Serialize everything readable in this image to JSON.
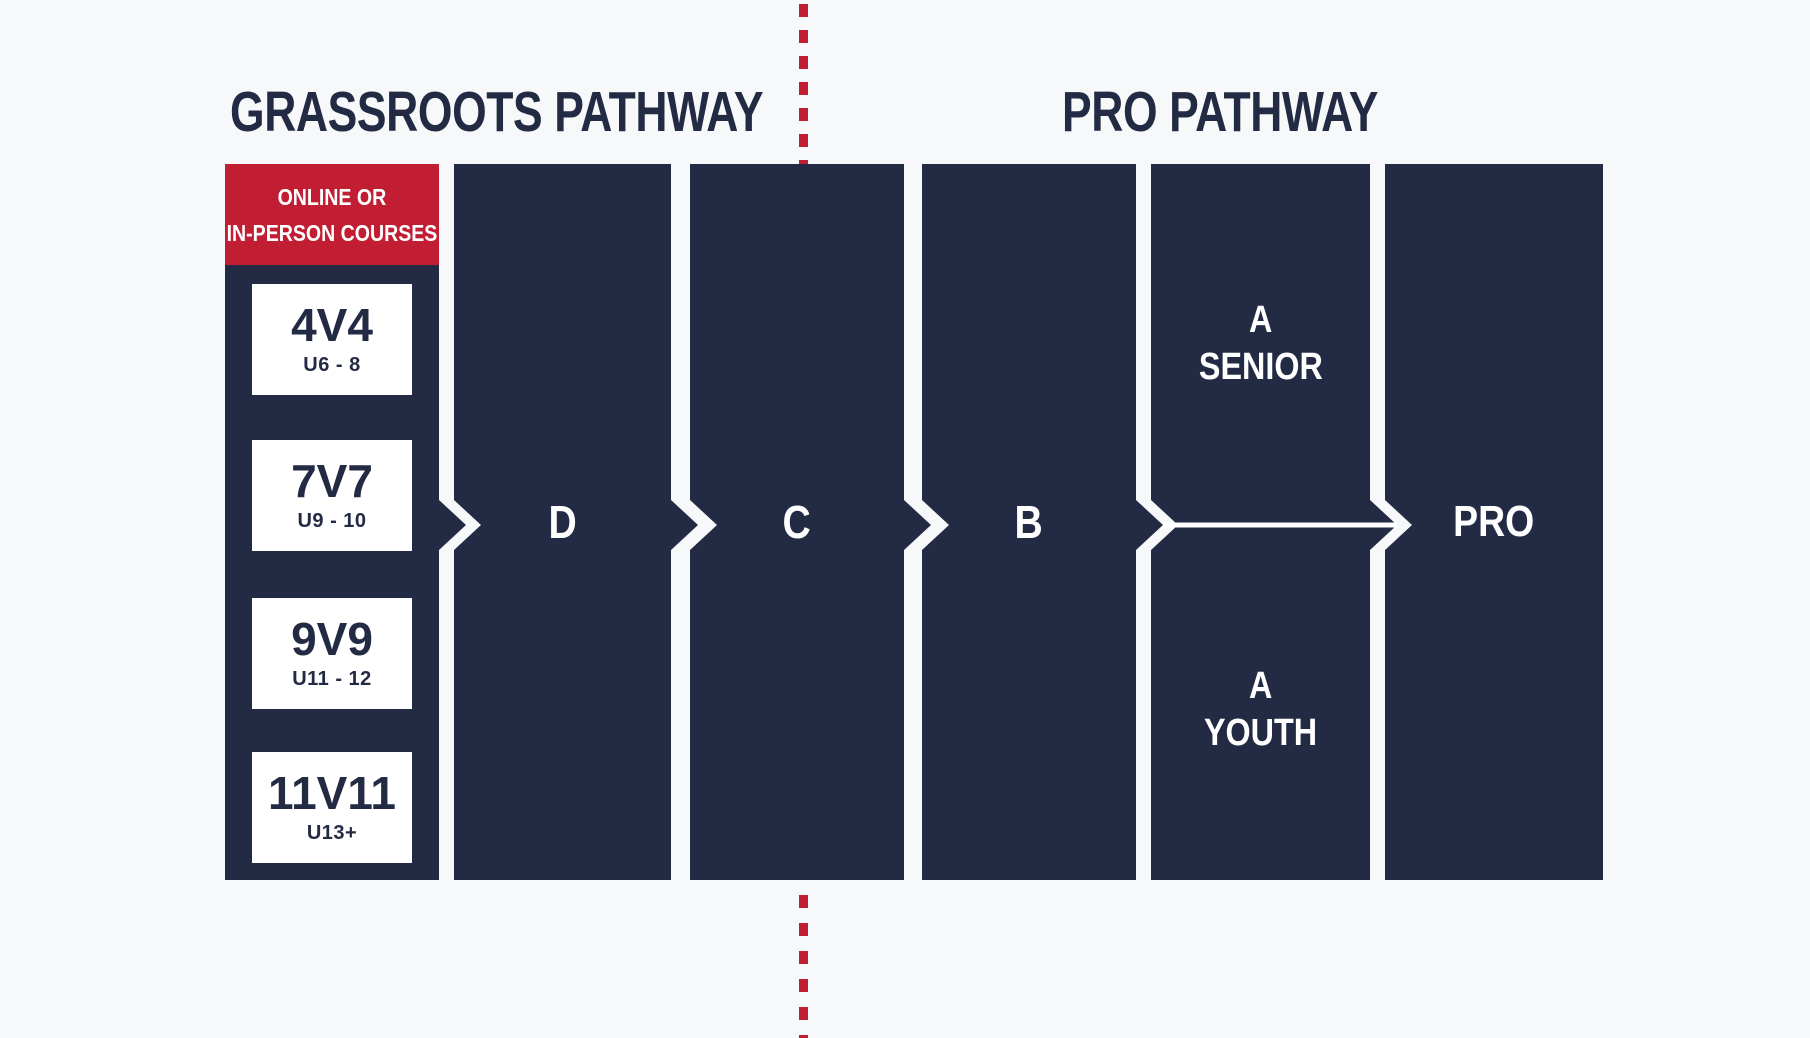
{
  "titles": {
    "grassroots": "GRASSROOTS PATHWAY",
    "pro": "PRO PATHWAY"
  },
  "grassroots_column": {
    "header_line1": "ONLINE OR",
    "header_line2": "IN-PERSON COURSES",
    "levels": [
      {
        "format": "4V4",
        "ages": "U6 - 8"
      },
      {
        "format": "7V7",
        "ages": "U9 - 10"
      },
      {
        "format": "9V9",
        "ages": "U11 - 12"
      },
      {
        "format": "11V11",
        "ages": "U13+"
      }
    ]
  },
  "license_levels": {
    "d": "D",
    "c": "C",
    "b": "B"
  },
  "a_license": {
    "senior_line1": "A",
    "senior_line2": "SENIOR",
    "youth_line1": "A",
    "youth_line2": "YOUTH"
  },
  "pro_license": {
    "label": "PRO"
  },
  "colors": {
    "navy": "#232B44",
    "red": "#C11D33",
    "background": "#F7F8F9",
    "white": "#FFFFFF"
  }
}
